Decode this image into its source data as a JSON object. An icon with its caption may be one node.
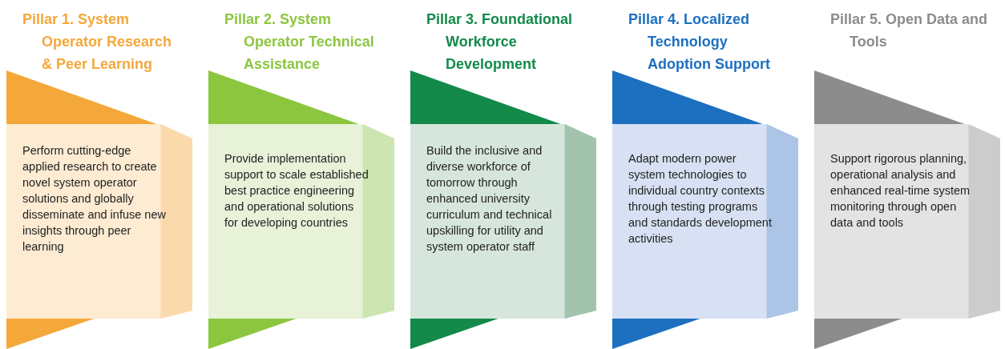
{
  "diagram": {
    "nodes": [
      {
        "text": [
          "Pillar 1. System Operator Research & Peer Learning",
          "Perform cutting-edge applied research to create novel system operator solutions and globally disseminate and infuse new insights through peer learning"
        ]
      },
      {
        "text": [
          "Pillar 2. System Operator Technical Assistance",
          "Provide implementation support to scale established best practice engineering and operational solutions for developing countries"
        ]
      },
      {
        "text": [
          "Pillar 3. Foundational Workforce Development",
          "Build the inclusive and diverse workforce of tomorrow through enhanced university curriculum and technical upskilling for utility and system operator staff"
        ]
      },
      {
        "text": [
          "Pillar 4. Localized Technology Adoption Support",
          "Adapt modern power system technologies to individual country contexts through testing programs and standards development activities"
        ]
      },
      {
        "text": [
          "Pillar 5. Open Data and Tools",
          "Support rigorous planning, operational analysis and enhanced real-time system monitoring through open data and tools"
        ]
      }
    ]
  }
}
